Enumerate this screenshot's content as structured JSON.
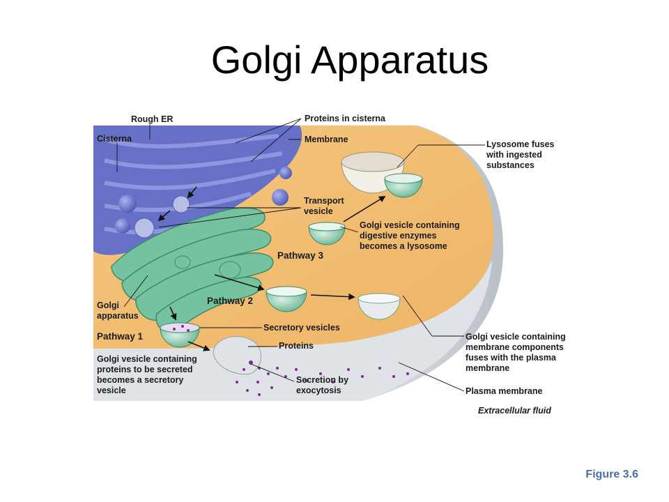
{
  "title": "Golgi Apparatus",
  "figure_ref": "Figure 3.6",
  "labels": {
    "rough_er": "Rough ER",
    "proteins_in_cisterna": "Proteins in cisterna",
    "cisterna": "Cisterna",
    "membrane": "Membrane",
    "lysosome_fuses": "Lysosome fuses\nwith ingested\nsubstances",
    "transport_vesicle": "Transport\nvesicle",
    "golgi_vesicle_lysosome": "Golgi vesicle containing\ndigestive enzymes\nbecomes a lysosome",
    "pathway3": "Pathway 3",
    "pathway2": "Pathway 2",
    "pathway1": "Pathway 1",
    "golgi_apparatus": "Golgi\napparatus",
    "secretory_vesicles": "Secretory vesicles",
    "proteins": "Proteins",
    "golgi_vesicle_secreted": "Golgi vesicle containing\nproteins to be secreted\nbecomes a secretory\nvesicle",
    "secretion": "Secretion by\nexocytosis",
    "golgi_vesicle_membrane": "Golgi vesicle containing\nmembrane components\nfuses with the plasma\nmembrane",
    "plasma_membrane": "Plasma membrane",
    "extracellular_fluid": "Extracellular fluid"
  },
  "colors": {
    "cytoplasm": "#f2c27a",
    "rough_er": "#6d78c9",
    "golgi": "#7cc7a5",
    "plasma_membrane": "#d9dde3",
    "protein_dots": "#7a2f8f",
    "figure_ref": "#4a6ea9"
  }
}
